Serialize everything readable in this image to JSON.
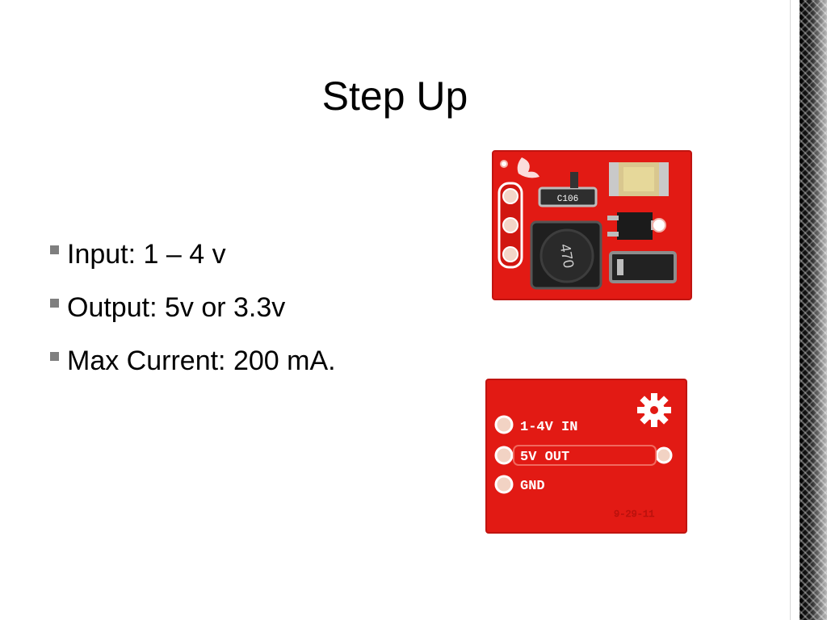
{
  "slide": {
    "title": "Step Up",
    "bullets": [
      "Input: 1 – 4 v",
      "Output: 5v or 3.3v",
      "Max Current: 200 mA."
    ]
  },
  "top_board": {
    "inductor_marking": "470",
    "capacitor_marking": "C106"
  },
  "bottom_board": {
    "pin_labels": [
      "1-4V IN",
      "5V OUT",
      "GND"
    ],
    "date_code": "9-29-11"
  },
  "colors": {
    "pcb_red": "#e21a14",
    "bullet_gray": "#7f7f7f"
  }
}
